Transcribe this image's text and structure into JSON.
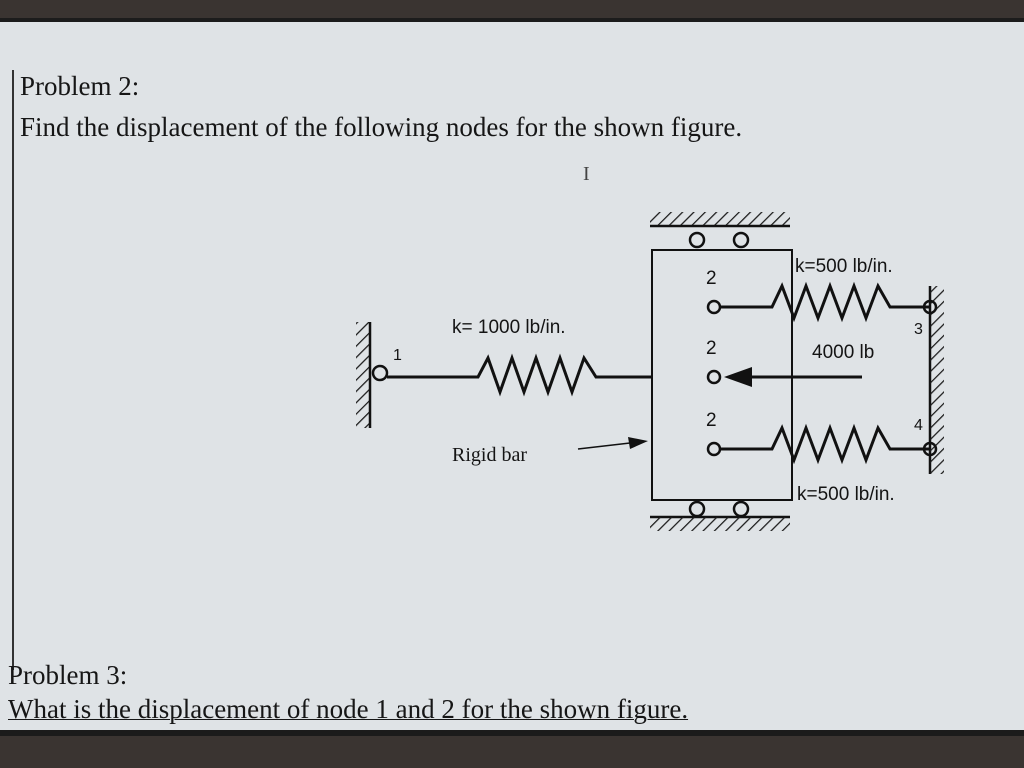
{
  "problem2": {
    "title": "Problem 2:",
    "text": "Find the displacement of the following nodes for the shown figure."
  },
  "figure": {
    "k_left": "k= 1000 lb/in.",
    "k_top": "k=500 lb/in.",
    "k_bottom": "k=500 lb/in.",
    "force": "4000 lb",
    "rigid_bar": "Rigid bar",
    "node_left": "1",
    "node_bar_top": "2",
    "node_bar_mid": "2",
    "node_bar_bottom": "2",
    "node_right_top": "3",
    "node_right_bottom": "4"
  },
  "cursor_glyph": "I",
  "problem3": {
    "title": "Problem 3:",
    "text": "What is the displacement of node 1 and 2 for the shown figure."
  }
}
